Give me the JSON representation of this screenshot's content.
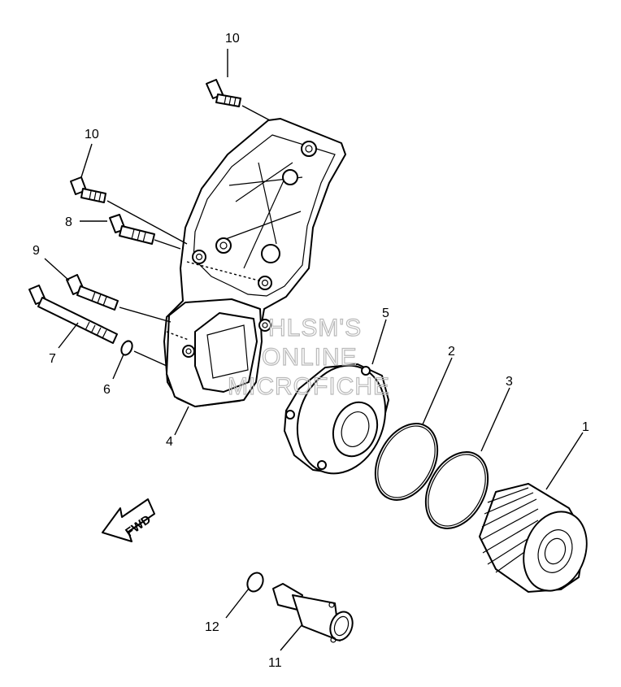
{
  "callouts": [
    "1",
    "2",
    "3",
    "4",
    "5",
    "6",
    "7",
    "8",
    "9",
    "10",
    "10",
    "11",
    "12"
  ],
  "direction_label": "FWD",
  "watermark": [
    "HLSM'S",
    "ONLINE",
    "MICROFICHE"
  ]
}
